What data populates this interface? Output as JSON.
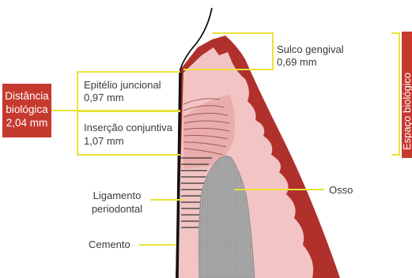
{
  "labels": {
    "sulco_line1": "Sulco gengival",
    "sulco_line2": "0,69 mm",
    "epitelio_line1": "Epitélio juncional",
    "epitelio_line2": "0,97 mm",
    "insercao_line1": "Inserção conjuntiva",
    "insercao_line2": "1,07 mm",
    "ligamento_line1": "Ligamento",
    "ligamento_line2": "periodontal",
    "cemento": "Cemento",
    "osso": "Osso"
  },
  "distancia_box": {
    "line1": "Distância",
    "line2": "biológica",
    "line3": "2,04 mm"
  },
  "espaco_box": {
    "label": "Espaço biológico"
  },
  "colors": {
    "gingiva_dark": "#b0302c",
    "gingiva_light": "#f2c4c4",
    "connective": "#e8a3a3",
    "bone": "#a3a3a3",
    "bracket": "#e8e23a",
    "label_box": "#c6392f",
    "tooth_line": "#111111"
  }
}
